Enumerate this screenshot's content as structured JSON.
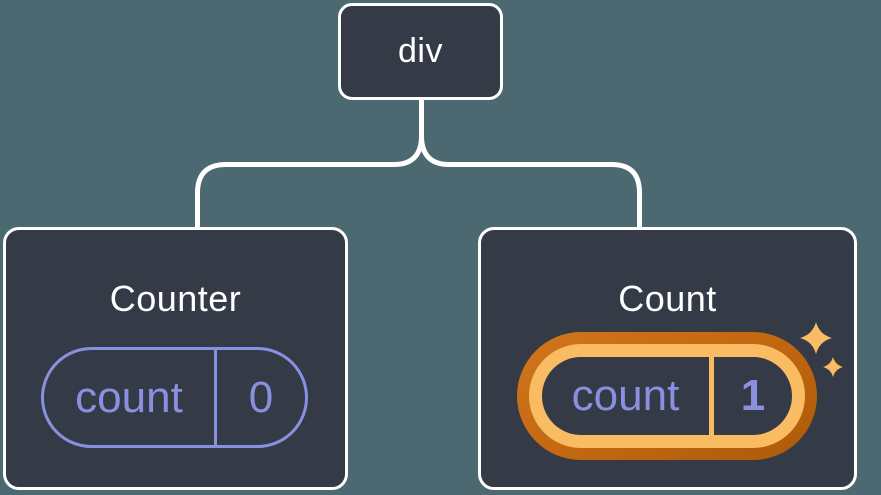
{
  "diagram": {
    "root": {
      "label": "div"
    },
    "children": [
      {
        "title": "Counter",
        "state": {
          "label": "count",
          "value": "0"
        },
        "highlighted": false
      },
      {
        "title": "Count",
        "state": {
          "label": "count",
          "value": "1"
        },
        "highlighted": true
      }
    ]
  },
  "icons": {
    "sparkles": "sparkles-icon"
  },
  "colors": {
    "background": "#4C6972",
    "node_background": "#343A46",
    "node_border": "#FFFFFF",
    "title_text": "#FFFFFF",
    "state_accent": "#8A90E0",
    "highlight_outer": "#C56912",
    "highlight_inner": "#F9BC62",
    "connector": "#FFFFFF"
  }
}
